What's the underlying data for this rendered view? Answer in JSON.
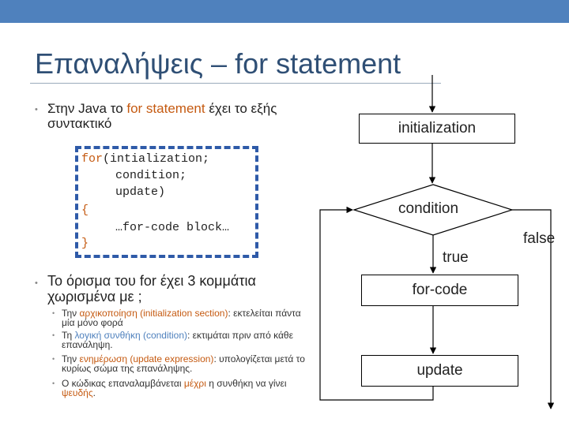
{
  "slide": {
    "title": "Επαναλήψεις – for statement",
    "bullet1": {
      "pre": "Στην Java το ",
      "highlight": "for statement",
      "post": " έχει το εξής συντακτικό"
    },
    "code_lines": [
      {
        "keyword": "for",
        "text": "(intialization;"
      },
      {
        "keyword": "",
        "text": "condition;"
      },
      {
        "keyword": "",
        "text": "update)"
      },
      {
        "keyword": "",
        "text": "{"
      },
      {
        "keyword": "",
        "text": "…for-code block…"
      },
      {
        "keyword": "",
        "text": "}"
      }
    ],
    "bullet2": "Το όρισμα του for έχει 3 κομμάτια χωρισμένα με ;",
    "sub_bullets": [
      {
        "pre": "Την ",
        "highlight": "αρχικοποίηση (initialization section)",
        "post": ": εκτελείται πάντα μία μόνο φορά"
      },
      {
        "pre": "Τη ",
        "highlight": "λογική συνθήκη (condition)",
        "post": ": εκτιμάται πριν από κάθε επανάληψη."
      },
      {
        "pre": "Την ",
        "highlight": "ενημέρωση (update expression)",
        "post": ": υπολογίζεται μετά το κυρίως σώμα της επανάληψης."
      },
      {
        "pre": "Ο κώδικας επαναλαμβάνεται ",
        "highlight": "μέχρι",
        "post": " η συνθήκη να γίνει ",
        "highlight2": "ψευδής",
        "post2": "."
      }
    ]
  },
  "flowchart": {
    "initialization": "initialization",
    "condition": "condition",
    "true_label": "true",
    "false_label": "false",
    "for_code": "for-code",
    "update": "update"
  },
  "colors": {
    "top_bar": "#4f81bd",
    "title": "#2f4f75",
    "highlight_orange": "#c55a11",
    "highlight_blue": "#4f81bd",
    "code_border": "#2e5aa8"
  }
}
